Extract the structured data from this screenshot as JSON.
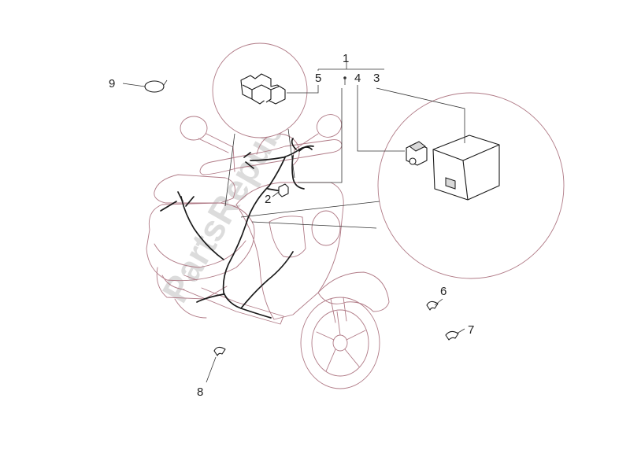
{
  "labels": {
    "group": "1",
    "connector": "2",
    "control_unit": "3",
    "fuse": "4",
    "relay": "5",
    "clip_6": "6",
    "clip_7": "7",
    "clip_8": "8",
    "band_clip": "9"
  },
  "watermark": "PartsRepublik",
  "colors": {
    "outline": "#b07a86",
    "harness": "#1a1a1a",
    "watermark": "#bfbfbf"
  }
}
